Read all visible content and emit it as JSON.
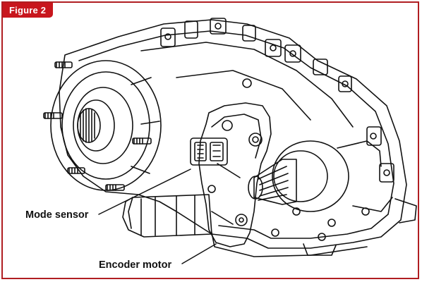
{
  "figure": {
    "tag": "Figure 2",
    "tag_color": "#c8161d",
    "border_color": "#b01e22"
  },
  "callouts": {
    "mode_sensor": "Mode sensor",
    "encoder_motor": "Encoder motor"
  }
}
